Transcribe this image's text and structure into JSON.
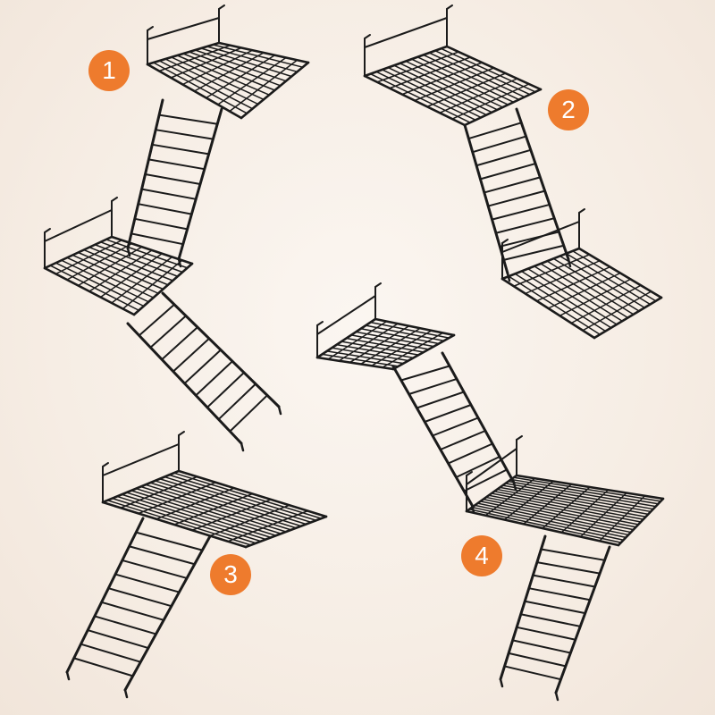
{
  "colors": {
    "background": "#f6ede4",
    "badge": "#ee7b2d",
    "wire": "#1b1b1b"
  },
  "badges": [
    {
      "label": "1"
    },
    {
      "label": "2"
    },
    {
      "label": "3"
    },
    {
      "label": "4"
    }
  ]
}
